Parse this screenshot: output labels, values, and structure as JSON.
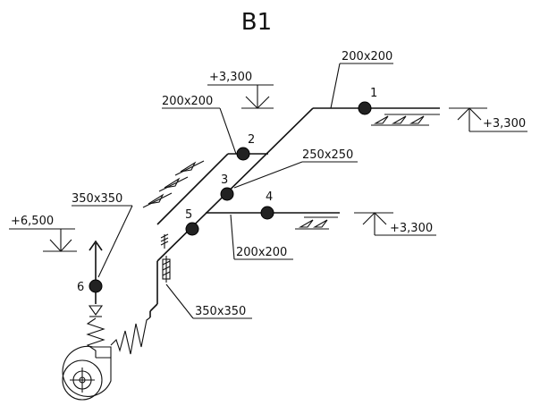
{
  "diagram": {
    "title": "B1",
    "duct_labels": {
      "top_right": "200x200",
      "upper_left": "200x200",
      "middle": "250x250",
      "lower": "200x200",
      "left_top": "350x350",
      "bottom": "350x350"
    },
    "levels": {
      "upper_left": "+3,300",
      "right_top": "+3,300",
      "right_mid": "+3,300",
      "left": "+6,500"
    },
    "nodes": [
      "1",
      "2",
      "3",
      "4",
      "5",
      "6"
    ]
  }
}
